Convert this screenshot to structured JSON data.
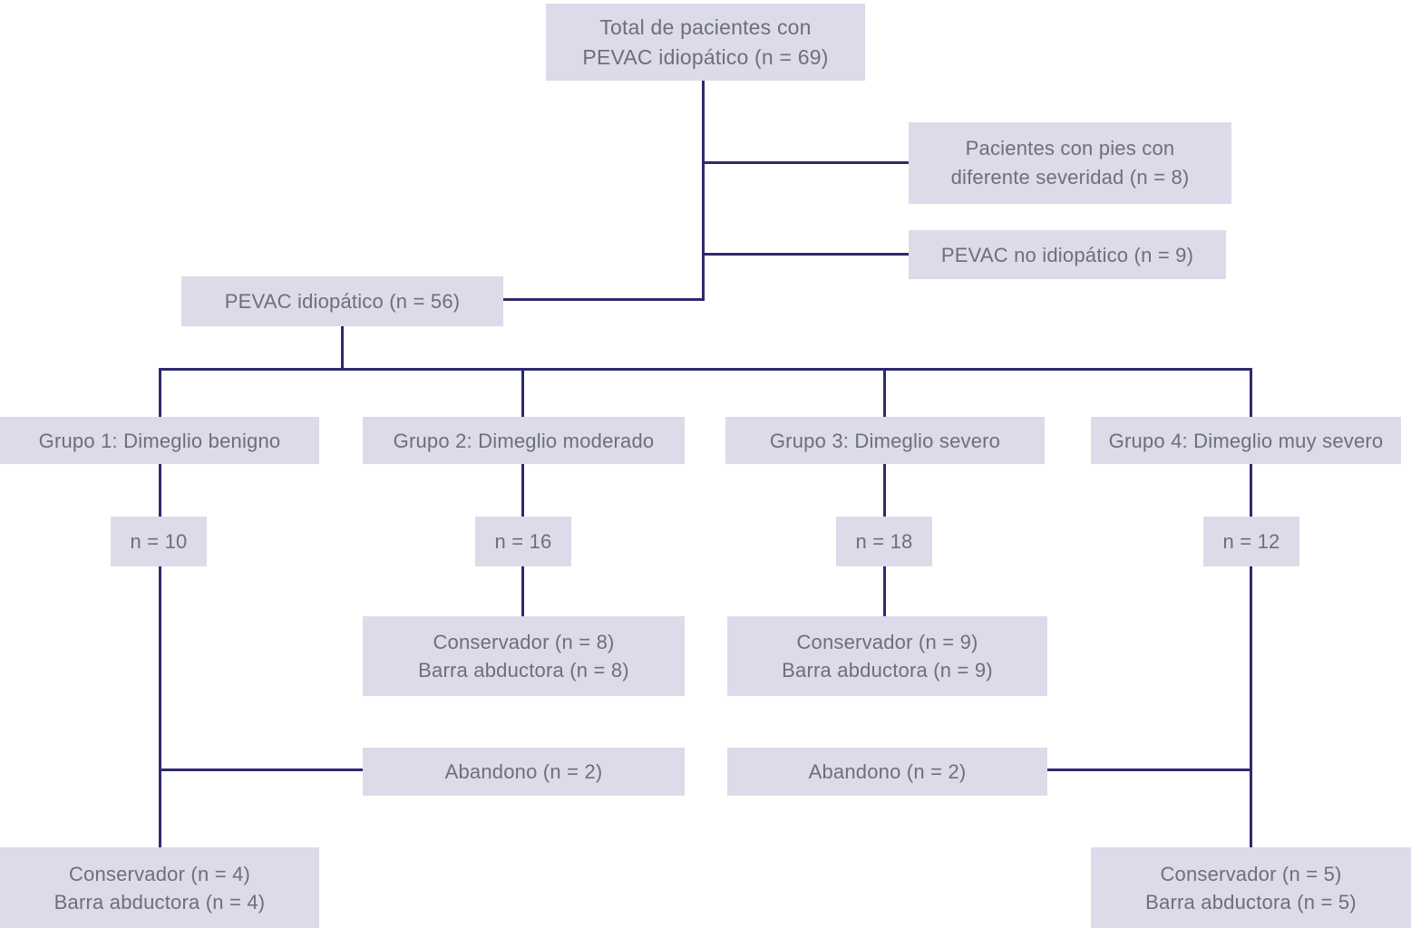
{
  "diagram": {
    "type": "flowchart",
    "language": "es",
    "colors": {
      "box_fill": "#dcdbea",
      "line": "#2e2a6e",
      "text": "#6e6f78",
      "background": "#ffffff"
    },
    "nodes": {
      "total": {
        "line1": "Total de pacientes con",
        "line2": "PEVAC idiopático (n = 69)"
      },
      "excluded_severity": {
        "line1": "Pacientes con pies con",
        "line2": "diferente severidad (n = 8)"
      },
      "excluded_no_idiopathic": {
        "line1": "PEVAC no idiopático (n = 9)"
      },
      "idiopathic": {
        "line1": "PEVAC idiopático (n = 56)"
      },
      "group1": {
        "line1": "Grupo 1: Dimeglio benigno"
      },
      "group2": {
        "line1": "Grupo 2: Dimeglio moderado"
      },
      "group3": {
        "line1": "Grupo 3: Dimeglio severo"
      },
      "group4": {
        "line1": "Grupo 4: Dimeglio muy severo"
      },
      "group1_n": {
        "line1": "n = 10"
      },
      "group2_n": {
        "line1": "n = 16"
      },
      "group3_n": {
        "line1": "n = 18"
      },
      "group4_n": {
        "line1": "n = 12"
      },
      "group2_treatment": {
        "line1": "Conservador (n = 8)",
        "line2": "Barra abductora (n = 8)"
      },
      "group3_treatment": {
        "line1": "Conservador (n = 9)",
        "line2": "Barra abductora (n = 9)"
      },
      "dropout_left": {
        "line1": "Abandono (n = 2)"
      },
      "dropout_right": {
        "line1": "Abandono (n = 2)"
      },
      "group1_treatment": {
        "line1": "Conservador (n = 4)",
        "line2": "Barra abductora (n = 4)"
      },
      "group4_treatment": {
        "line1": "Conservador (n = 5)",
        "line2": "Barra abductora (n = 5)"
      }
    }
  }
}
